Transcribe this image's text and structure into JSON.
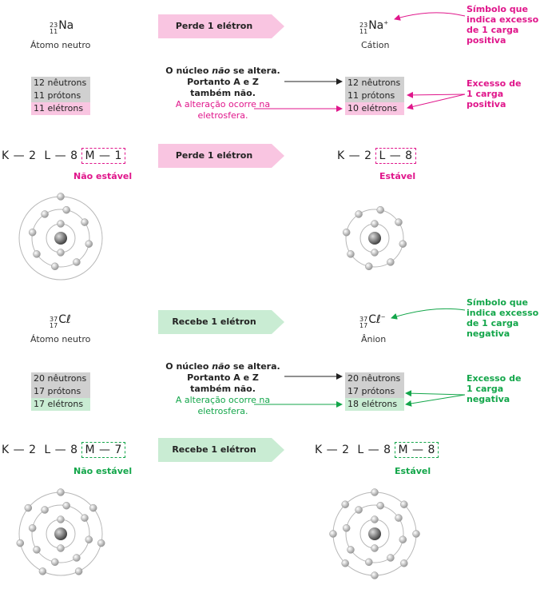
{
  "sodium": {
    "neutral": {
      "mass": "23",
      "number": "11",
      "element": "Na",
      "caption": "Átomo neutro"
    },
    "ion": {
      "mass": "23",
      "number": "11",
      "element": "Na",
      "charge": "+",
      "caption": "Cátion"
    },
    "step1_label": "Perde 1 elétron",
    "step2_label": "Perde 1 elétron",
    "neutral_counts": [
      "12 nêutrons",
      "11 prótons",
      "11 elétrons"
    ],
    "ion_counts": [
      "12 nêutrons",
      "11 prótons",
      "10 elétrons"
    ],
    "note_line1": "O núcleo ",
    "note_em": "não",
    "note_line1b": " se altera.",
    "note_line2": "Portanto A e Z",
    "note_line3": "também não.",
    "note_line4": "A alteração ocorre na",
    "note_line5": "eletrosfera.",
    "side_symbol": [
      "Símbolo que",
      "indica excesso",
      "de 1 carga",
      "positiva"
    ],
    "side_excess": [
      "Excesso de",
      "1 carga",
      "positiva"
    ],
    "shells_neutral": {
      "k": "K — 2",
      "l": "L — 8",
      "m": "M — 1"
    },
    "shells_ion": {
      "k": "K — 2",
      "l": "L — 8"
    },
    "stability_neutral": "Não estável",
    "stability_ion": "Estável"
  },
  "chlorine": {
    "neutral": {
      "mass": "37",
      "number": "17",
      "element": "Cℓ",
      "caption": "Átomo neutro"
    },
    "ion": {
      "mass": "37",
      "number": "17",
      "element": "Cℓ",
      "charge": "−",
      "caption": "Ânion"
    },
    "step1_label": "Recebe 1 elétron",
    "step2_label": "Recebe 1 elétron",
    "neutral_counts": [
      "20 nêutrons",
      "17 prótons",
      "17 elétrons"
    ],
    "ion_counts": [
      "20 nêutrons",
      "17 prótons",
      "18 elétrons"
    ],
    "note_line1": "O núcleo ",
    "note_em": "não",
    "note_line1b": " se altera.",
    "note_line2": "Portanto A e Z",
    "note_line3": "também não.",
    "note_line4": "A alteração ocorre na",
    "note_line5": "eletrosfera.",
    "side_symbol": [
      "Símbolo que",
      "indica excesso",
      "de 1 carga",
      "negativa"
    ],
    "side_excess": [
      "Excesso de",
      "1 carga",
      "negativa"
    ],
    "shells_neutral": {
      "k": "K — 2",
      "l": "L — 8",
      "m": "M — 7"
    },
    "shells_ion": {
      "k": "K — 2",
      "l": "L — 8",
      "m": "M — 8"
    },
    "stability_neutral": "Não estável",
    "stability_ion": "Estável"
  },
  "atom_models": {
    "sodium_neutral": [
      2,
      8,
      1
    ],
    "sodium_ion": [
      2,
      8
    ],
    "chlorine_neutral": [
      2,
      8,
      7
    ],
    "chlorine_ion": [
      2,
      8,
      8
    ]
  },
  "colors": {
    "pink": "#e0168b",
    "pink_fill": "#f9c5e1",
    "green": "#13a64a",
    "green_fill": "#c9ecd3",
    "gray_fill": "#d0d0d0"
  }
}
